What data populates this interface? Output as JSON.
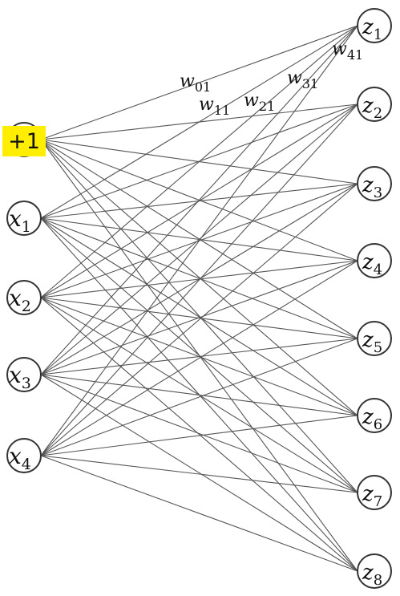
{
  "bias": {
    "label": "+1",
    "highlight_color": "#ffee00"
  },
  "inputs": [
    {
      "var": "x",
      "sub": "1"
    },
    {
      "var": "x",
      "sub": "2"
    },
    {
      "var": "x",
      "sub": "3"
    },
    {
      "var": "x",
      "sub": "4"
    }
  ],
  "outputs": [
    {
      "var": "z",
      "sub": "1"
    },
    {
      "var": "z",
      "sub": "2"
    },
    {
      "var": "z",
      "sub": "3"
    },
    {
      "var": "z",
      "sub": "4"
    },
    {
      "var": "z",
      "sub": "5"
    },
    {
      "var": "z",
      "sub": "6"
    },
    {
      "var": "z",
      "sub": "7"
    },
    {
      "var": "z",
      "sub": "8"
    }
  ],
  "weight_labels": [
    {
      "var": "w",
      "sub": "01"
    },
    {
      "var": "w",
      "sub": "11"
    },
    {
      "var": "w",
      "sub": "21"
    },
    {
      "var": "w",
      "sub": "31"
    },
    {
      "var": "w",
      "sub": "41"
    }
  ]
}
